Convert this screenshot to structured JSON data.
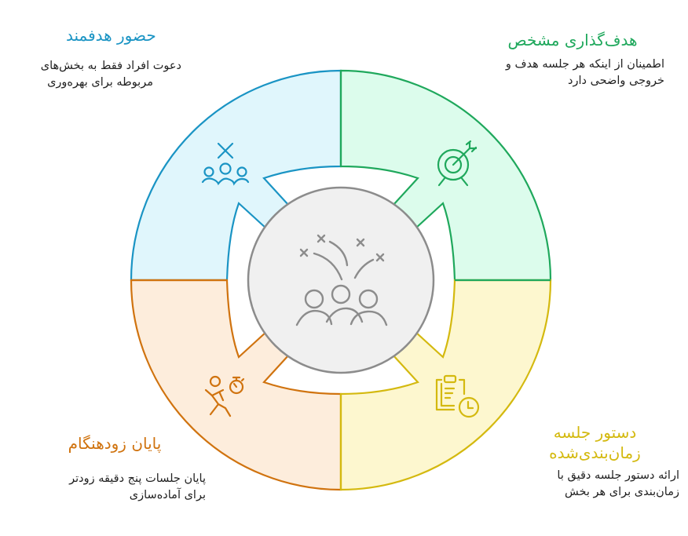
{
  "diagram": {
    "type": "ring-quadrants",
    "center": {
      "icon": "celebration-people-icon",
      "fill": "#f0f0f0",
      "stroke": "#8c8c8c"
    },
    "quadrants": [
      {
        "position": "top-left",
        "title": "حضور هدفمند",
        "description_lines": [
          "دعوت افراد فقط به بخش‌های",
          "مربوطه برای بهره‌وری"
        ],
        "icon": "people-group-icon",
        "color": "#1a94c4",
        "fill": "#e0f6fc"
      },
      {
        "position": "top-right",
        "title": "هدف‌گذاری مشخص",
        "description_lines": [
          "اطمینان از اینکه هر جلسه هدف و",
          "خروجی واضحی دارد"
        ],
        "icon": "target-arrow-icon",
        "color": "#1fa85c",
        "fill": "#dcfcec"
      },
      {
        "position": "bottom-left",
        "title": "پایان زودهنگام",
        "description_lines": [
          "پایان جلسات پنج دقیقه زودتر",
          "برای آماده‌سازی"
        ],
        "icon": "running-person-stopwatch-icon",
        "color": "#d0730f",
        "fill": "#fdeddc"
      },
      {
        "position": "bottom-right",
        "title_lines": [
          "دستور جلسه",
          "زمان‌بندی‌شده"
        ],
        "description_lines": [
          "ارائه دستور جلسه دقیق با",
          "زمان‌بندی برای هر بخش"
        ],
        "icon": "clipboard-clock-icon",
        "color": "#d4b90f",
        "fill": "#fdf7cf"
      }
    ]
  }
}
